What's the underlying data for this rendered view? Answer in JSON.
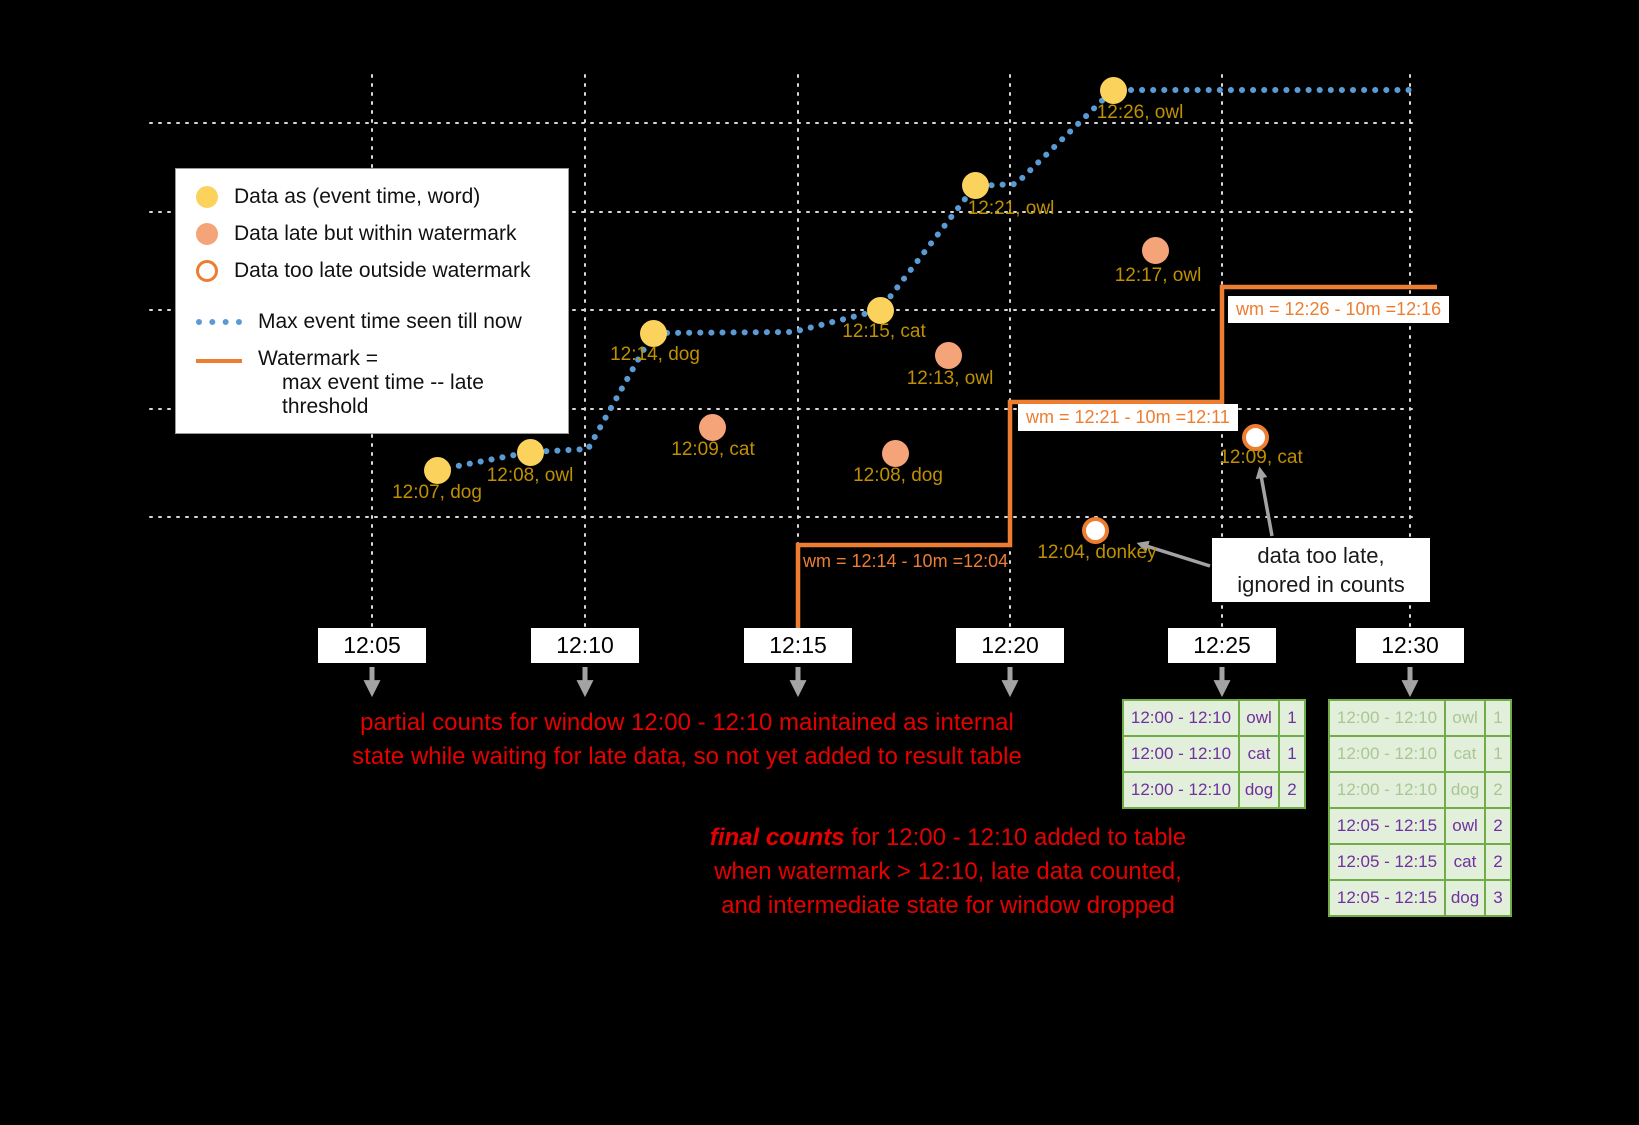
{
  "colors": {
    "background": "#000000",
    "on_time_point": "#FBD25C",
    "late_point": "#F4A478",
    "too_late_ring": "#ED7D31",
    "max_event_line": "#5B9BD5",
    "watermark_line": "#ED7D31",
    "point_label": "#BF9000",
    "annotation_red": "#E60000",
    "table_border": "#70AD47",
    "table_bg": "#E2EFDA",
    "table_text": "#7030A0"
  },
  "legend": {
    "items": [
      {
        "label": "Data as (event time, word)"
      },
      {
        "label": "Data late but within watermark"
      },
      {
        "label": "Data too late outside watermark"
      },
      {
        "label": "Max event time seen till now"
      }
    ],
    "watermark_line1": "Watermark =",
    "watermark_line2": "max event time -- late threshold"
  },
  "points": {
    "on_time": [
      {
        "label": "12:07, dog"
      },
      {
        "label": "12:08, owl"
      },
      {
        "label": "12:14, dog"
      },
      {
        "label": "12:15, cat"
      },
      {
        "label": "12:21, owl"
      },
      {
        "label": "12:26, owl"
      }
    ],
    "late": [
      {
        "label": "12:09, cat"
      },
      {
        "label": "12:08, dog"
      },
      {
        "label": "12:13, owl"
      },
      {
        "label": "12:17, owl"
      }
    ],
    "too_late": [
      {
        "label": "12:04, donkey"
      },
      {
        "label": "12:09, cat"
      }
    ]
  },
  "watermark_labels": {
    "wm1": "wm = 12:14 - 10m =12:04",
    "wm2": "wm = 12:21 - 10m =12:11",
    "wm3": "wm = 12:26 - 10m =12:16"
  },
  "axis": {
    "ticks": [
      "12:05",
      "12:10",
      "12:15",
      "12:20",
      "12:25",
      "12:30"
    ]
  },
  "annotations": {
    "partial_line1": "partial counts for window 12:00 - 12:10 maintained as internal",
    "partial_line2": "state while waiting for late data, so not yet added  to result table",
    "final_em": "final counts",
    "final_rest": " for 12:00 - 12:10 added to table",
    "final_line2": "when watermark > 12:10, late data counted,",
    "final_line3": "and intermediate state for window dropped",
    "too_late_line1": "data too late,",
    "too_late_line2": "ignored in counts"
  },
  "tables": {
    "t1": {
      "rows": [
        [
          "12:00 - 12:10",
          "owl",
          "1"
        ],
        [
          "12:00 - 12:10",
          "cat",
          "1"
        ],
        [
          "12:00 - 12:10",
          "dog",
          "2"
        ]
      ]
    },
    "t2": {
      "rows": [
        [
          "12:00 - 12:10",
          "owl",
          "1"
        ],
        [
          "12:00 - 12:10",
          "cat",
          "1"
        ],
        [
          "12:00 - 12:10",
          "dog",
          "2"
        ],
        [
          "12:05 - 12:15",
          "owl",
          "2"
        ],
        [
          "12:05 - 12:15",
          "cat",
          "2"
        ],
        [
          "12:05 - 12:15",
          "dog",
          "3"
        ]
      ]
    }
  }
}
